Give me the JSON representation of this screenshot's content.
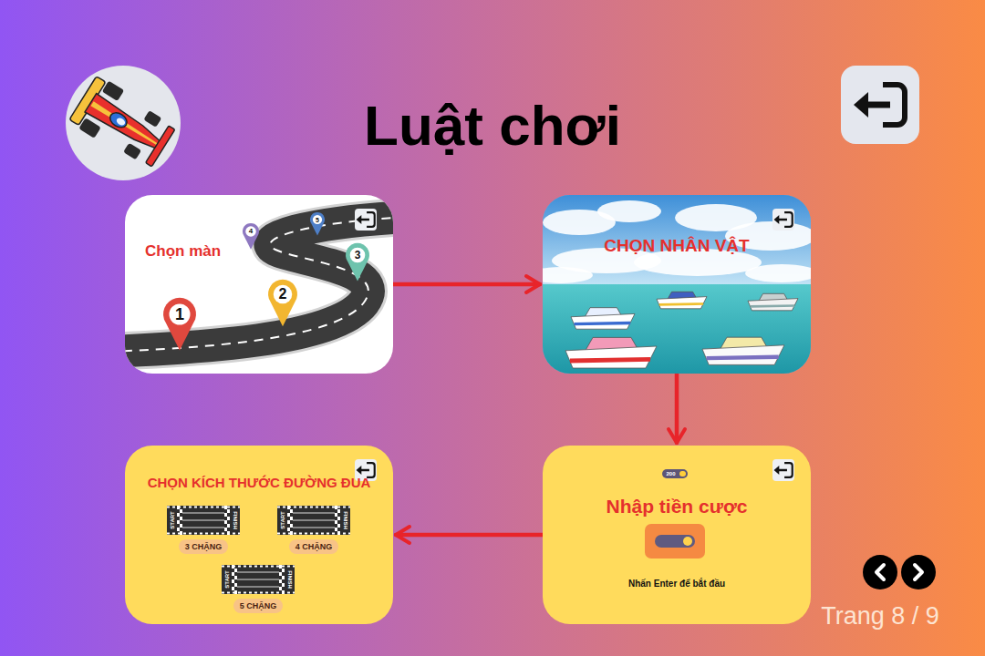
{
  "diagram": {
    "title": "Luật chơi",
    "nodes": [
      {
        "text": [
          "Chọn màn"
        ]
      },
      {
        "text": [
          "CHỌN NHÂN VẬT"
        ]
      },
      {
        "text": [
          "Nhập tiền cược",
          "Nhấn Enter để bắt đầu"
        ]
      },
      {
        "text": [
          "200"
        ],
        "in": 2
      },
      {
        "text": [
          "CHỌN KÍCH THƯỚC ĐƯỜNG ĐUA"
        ]
      },
      {
        "text": [
          "3 CHẶNG"
        ],
        "in": 4
      },
      {
        "text": [
          "4 CHẶNG"
        ],
        "in": 4
      },
      {
        "text": [
          "5 CHẶNG"
        ],
        "in": 4
      }
    ],
    "edges": [
      {
        "from": 0,
        "to": 1,
        "arrow": "to"
      },
      {
        "from": 1,
        "to": 2,
        "arrow": "to"
      },
      {
        "from": 2,
        "to": 4,
        "arrow": "to"
      }
    ],
    "labels": [
      "1",
      "2",
      "3",
      "4",
      "5",
      "START",
      "FINISH",
      "START",
      "FINISH",
      "START",
      "FINISH",
      "Trang 8 / 9"
    ]
  }
}
